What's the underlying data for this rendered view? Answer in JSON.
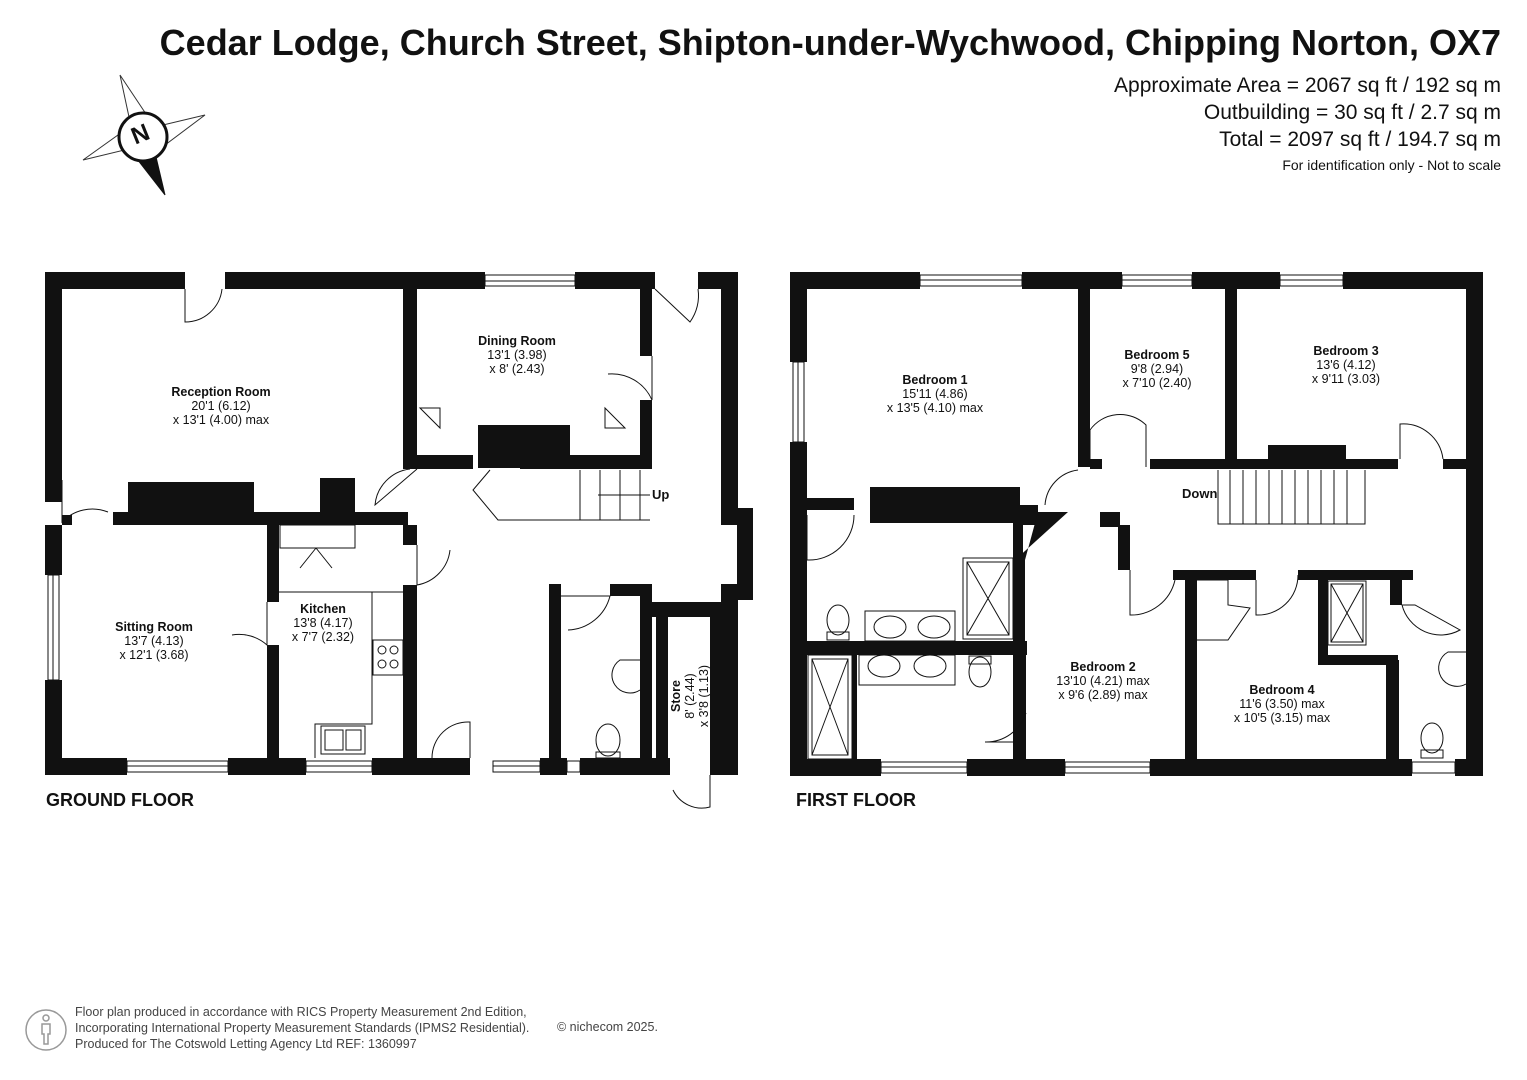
{
  "header": {
    "title": "Cedar Lodge, Church Street, Shipton-under-Wychwood, Chipping Norton, OX7",
    "area_lines": [
      "Approximate Area = 2067 sq ft / 192 sq m",
      "Outbuilding = 30 sq ft / 2.7 sq m",
      "Total = 2097 sq ft / 194.7 sq m"
    ],
    "disclaimer": "For identification only - Not to scale",
    "compass_letter": "N"
  },
  "ground_floor": {
    "label": "GROUND FLOOR",
    "stairs_label": "Up",
    "rooms": [
      {
        "name": "Reception Room",
        "dim1": "20'1 (6.12)",
        "dim2": "x 13'1 (4.00) max"
      },
      {
        "name": "Dining Room",
        "dim1": "13'1 (3.98)",
        "dim2": "x 8' (2.43)"
      },
      {
        "name": "Sitting Room",
        "dim1": "13'7 (4.13)",
        "dim2": "x 12'1 (3.68)"
      },
      {
        "name": "Kitchen",
        "dim1": "13'8 (4.17)",
        "dim2": "x 7'7 (2.32)"
      },
      {
        "name": "Store",
        "dim1": "8' (2.44)",
        "dim2": "x 3'8 (1.13)"
      }
    ]
  },
  "first_floor": {
    "label": "FIRST FLOOR",
    "stairs_label": "Down",
    "rooms": [
      {
        "name": "Bedroom 1",
        "dim1": "15'11 (4.86)",
        "dim2": "x 13'5 (4.10) max"
      },
      {
        "name": "Bedroom 5",
        "dim1": "9'8 (2.94)",
        "dim2": "x 7'10 (2.40)"
      },
      {
        "name": "Bedroom 3",
        "dim1": "13'6 (4.12)",
        "dim2": "x 9'11 (3.03)"
      },
      {
        "name": "Bedroom 2",
        "dim1": "13'10 (4.21) max",
        "dim2": "x 9'6 (2.89) max"
      },
      {
        "name": "Bedroom 4",
        "dim1": "11'6 (3.50) max",
        "dim2": "x 10'5 (3.15) max"
      }
    ]
  },
  "footer": {
    "lines": [
      "Floor plan produced in accordance with RICS Property Measurement 2nd Edition,",
      "Incorporating International Property Measurement Standards (IPMS2 Residential).",
      "Produced for The Cotswold Letting Agency Ltd  REF:  1360997"
    ],
    "copyright": "© nichecom 2025."
  },
  "colors": {
    "wall": "#111111",
    "window": "#ffffff",
    "text": "#111111"
  },
  "icons": [
    "compass-icon",
    "person-icon",
    "hob-icon",
    "sink-icon",
    "toilet-icon",
    "basin-icon",
    "shower-icon"
  ]
}
